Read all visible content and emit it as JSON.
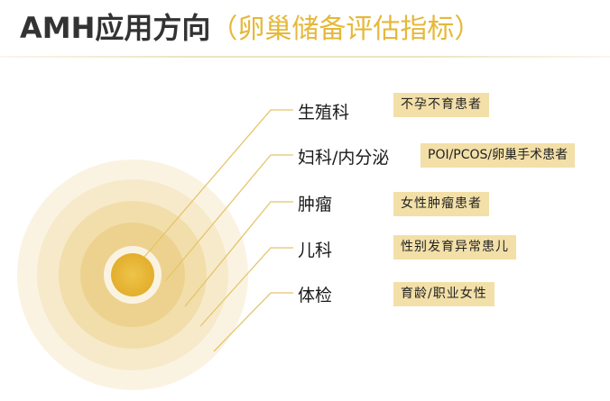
{
  "title": {
    "main": "AMH应用方向",
    "sub": "（卵巢储备评估指标）"
  },
  "colors": {
    "accent": "#e6b83a",
    "tag_bg": "#f3e0a8",
    "ring_outer": "#fbf3e2",
    "ring_core": "#e9b936"
  },
  "items": [
    {
      "category": "生殖科",
      "population": "不孕不育患者"
    },
    {
      "category": "妇科/内分泌",
      "population": "POI/PCOS/卵巢手术患者"
    },
    {
      "category": "肿瘤",
      "population": "女性肿瘤患者"
    },
    {
      "category": "儿科",
      "population": "性别发育异常患儿"
    },
    {
      "category": "体检",
      "population": "育龄/职业女性"
    }
  ]
}
